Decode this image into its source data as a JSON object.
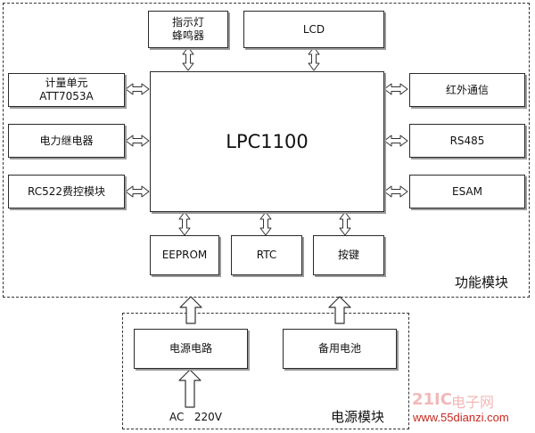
{
  "blocks": {
    "indicator": "指示灯\n蜂鸣器",
    "lcd": "LCD",
    "metering": "计量单元\nATT7053A",
    "relay": "电力继电器",
    "rc522": "RC522费控模块",
    "mcu": "LPC1100",
    "ir": "红外通信",
    "rs485": "RS485",
    "esam": "ESAM",
    "eeprom": "EEPROM",
    "rtc": "RTC",
    "keys": "按键",
    "power_circuit": "电源电路",
    "battery": "备用电池"
  },
  "groups": {
    "function_module": "功能模块",
    "power_module": "电源模块"
  },
  "input_label": "AC   220V",
  "watermark": {
    "brand": "21IC",
    "brand_cn": "电子网",
    "url": "www.55dianzi.com"
  }
}
